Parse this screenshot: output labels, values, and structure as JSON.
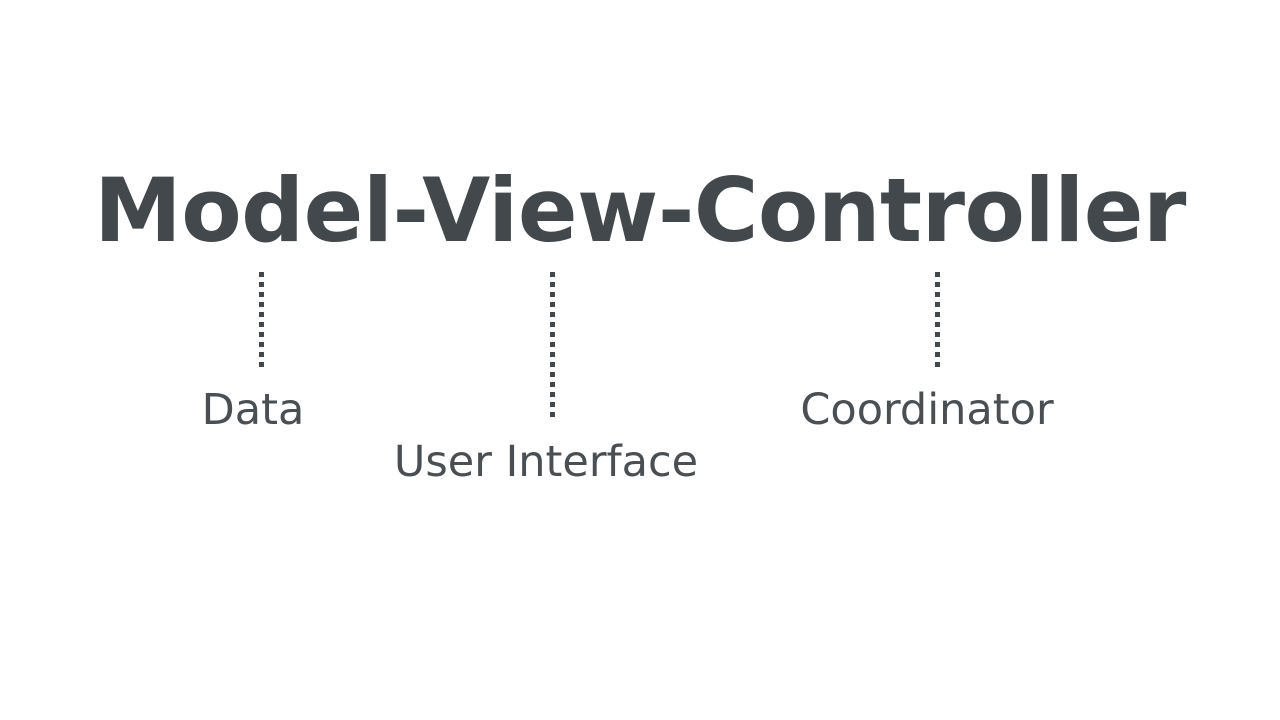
{
  "slide": {
    "background_color": "#ffffff",
    "title": {
      "text": "Model-View-Controller",
      "color": "#43484c"
    },
    "annotations": [
      {
        "id": "model",
        "term": "Model",
        "label": "Data",
        "leader_line": "dotted-vertical",
        "color": "#43484c"
      },
      {
        "id": "view",
        "term": "View",
        "label": "User Interface",
        "leader_line": "dotted-vertical",
        "color": "#43484c"
      },
      {
        "id": "controller",
        "term": "Controller",
        "label": "Coordinator",
        "leader_line": "dotted-vertical",
        "color": "#43484c"
      }
    ]
  }
}
